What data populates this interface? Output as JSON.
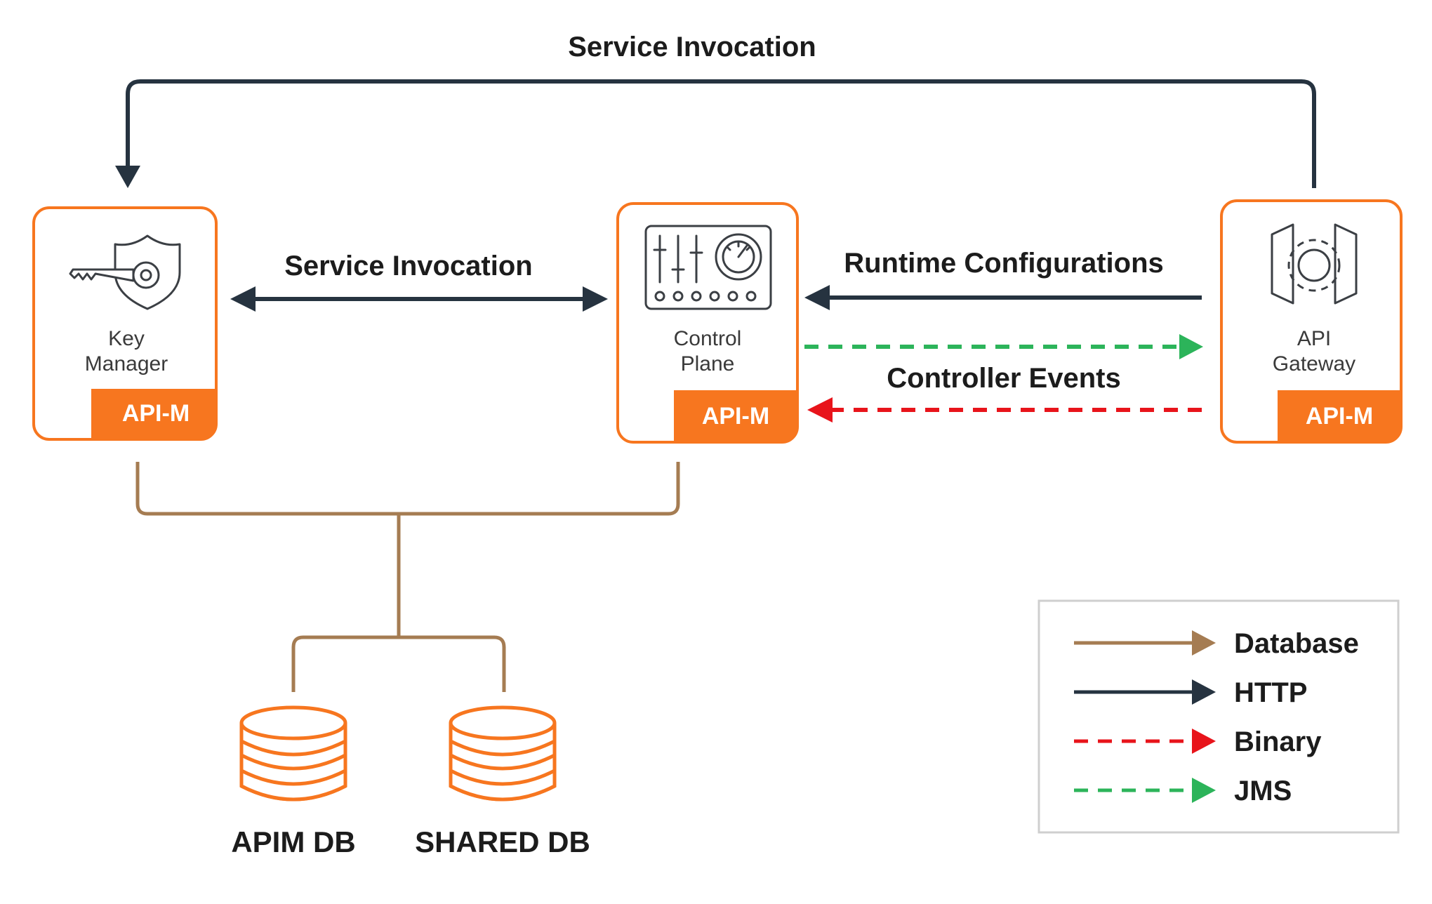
{
  "edges": {
    "top_invocation": "Service Invocation",
    "km_cp_invocation": "Service Invocation",
    "runtime_configs": "Runtime Configurations",
    "controller_events": "Controller Events"
  },
  "nodes": {
    "key_manager": {
      "line1": "Key",
      "line2": "Manager",
      "badge": "API-M"
    },
    "control_plane": {
      "line1": "Control",
      "line2": "Plane",
      "badge": "API-M"
    },
    "api_gateway": {
      "line1": "API",
      "line2": "Gateway",
      "badge": "API-M"
    }
  },
  "databases": {
    "apim": "APIM DB",
    "shared": "SHARED DB"
  },
  "legend": {
    "items": [
      {
        "label": "Database",
        "color": "#a57c52",
        "style": "solid"
      },
      {
        "label": "HTTP",
        "color": "#263340",
        "style": "solid"
      },
      {
        "label": "Binary",
        "color": "#e8141b",
        "style": "dashed"
      },
      {
        "label": "JMS",
        "color": "#2cb45a",
        "style": "dashed"
      }
    ]
  },
  "colors": {
    "accent": "#f7761f",
    "http": "#263340",
    "database": "#a57c52",
    "binary": "#e8141b",
    "jms": "#2cb45a",
    "icon": "#3b3f44"
  },
  "icons": {
    "key_manager": "key-shield-icon",
    "control_plane": "control-panel-icon",
    "api_gateway": "gateway-gear-icon",
    "database": "database-icon"
  }
}
